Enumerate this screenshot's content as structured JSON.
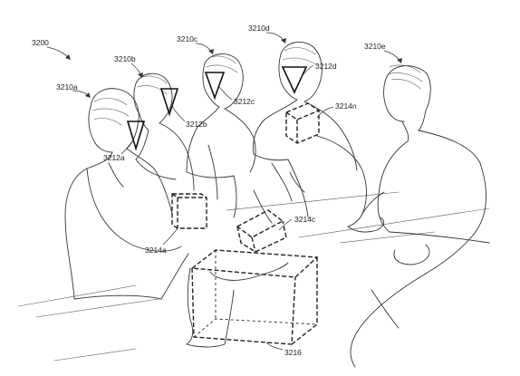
{
  "figure": {
    "labels": {
      "group": "3200",
      "person_a": "3210a",
      "person_b": "3210b",
      "person_c": "3210c",
      "person_d": "3210d",
      "person_e": "3210e",
      "view_a": "3212a",
      "view_b": "3212b",
      "view_c": "3212c",
      "view_d": "3212d",
      "object_a": "3214a",
      "object_c": "3214c",
      "object_n": "3214n",
      "object_shared": "3216"
    }
  }
}
